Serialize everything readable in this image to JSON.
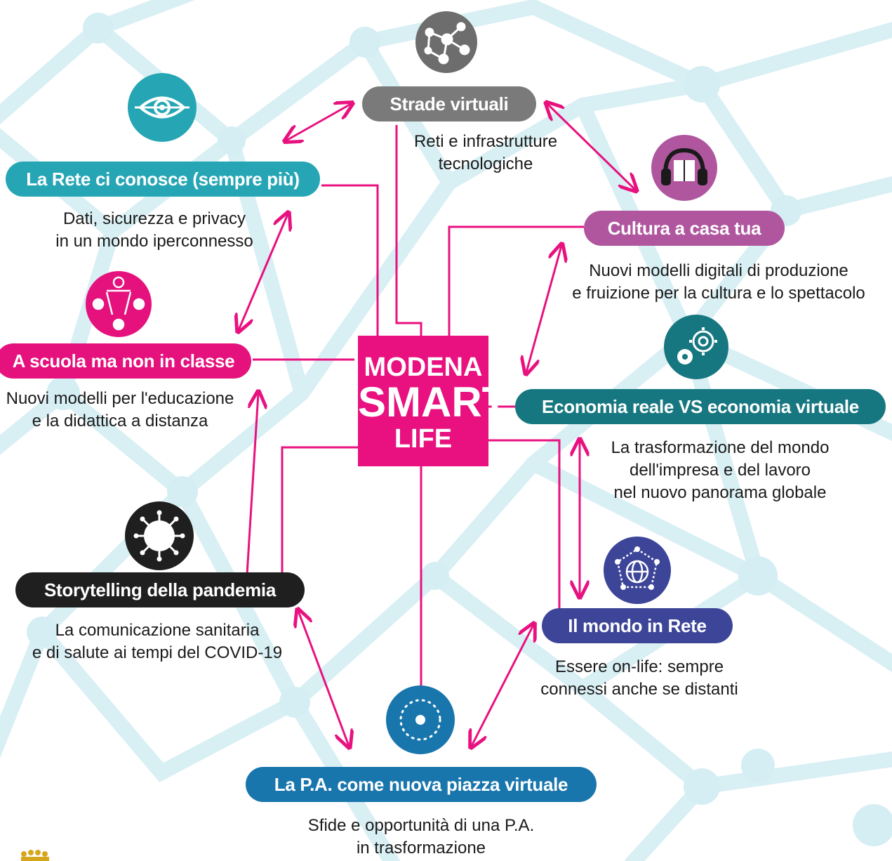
{
  "brand": {
    "line1": "MODENA",
    "line2": "SMART",
    "line3": "LIFE",
    "color": "#e8117f"
  },
  "topics": [
    {
      "id": "strade",
      "title": "Strade virtuali",
      "color": "#7a7a7a",
      "icon": "network-globe-icon",
      "desc": [
        "Reti e infrastrutture",
        "tecnologiche"
      ]
    },
    {
      "id": "rete",
      "title": "La Rete ci conosce (sempre più)",
      "color": "#26a6b4",
      "icon": "eye-icon",
      "desc": [
        "Dati, sicurezza e privacy",
        "in un mondo iperconnesso"
      ]
    },
    {
      "id": "cultura",
      "title": "Cultura a casa tua",
      "color": "#b0569f",
      "icon": "headphones-book-icon",
      "desc": [
        "Nuovi modelli digitali di produzione",
        "e fruizione per la cultura e lo spettacolo"
      ]
    },
    {
      "id": "scuola",
      "title": "A scuola ma non in classe",
      "color": "#e5117d",
      "icon": "network-nodes-icon",
      "desc": [
        "Nuovi modelli per l'educazione",
        "e la didattica a distanza"
      ]
    },
    {
      "id": "economia",
      "title": "Economia reale VS economia virtuale",
      "color": "#177780",
      "icon": "gears-icon",
      "desc": [
        "La trasformazione del mondo",
        "dell'impresa e del lavoro",
        "nel nuovo panorama globale"
      ]
    },
    {
      "id": "storytelling",
      "title": "Storytelling della pandemia",
      "color": "#1f1f1f",
      "icon": "virus-icon",
      "desc": [
        "La comunicazione sanitaria",
        "e di salute ai tempi del COVID-19"
      ]
    },
    {
      "id": "mondo",
      "title": "Il mondo in Rete",
      "color": "#3d4599",
      "icon": "globe-network-icon",
      "desc": [
        "Essere on-life: sempre",
        "connessi anche se distanti"
      ]
    },
    {
      "id": "pa",
      "title": "La P.A. come nuova piazza virtuale",
      "color": "#1976ad",
      "icon": "target-dots-icon",
      "desc": [
        "Sfide e opportunità di una P.A.",
        "in trasformazione"
      ]
    }
  ]
}
